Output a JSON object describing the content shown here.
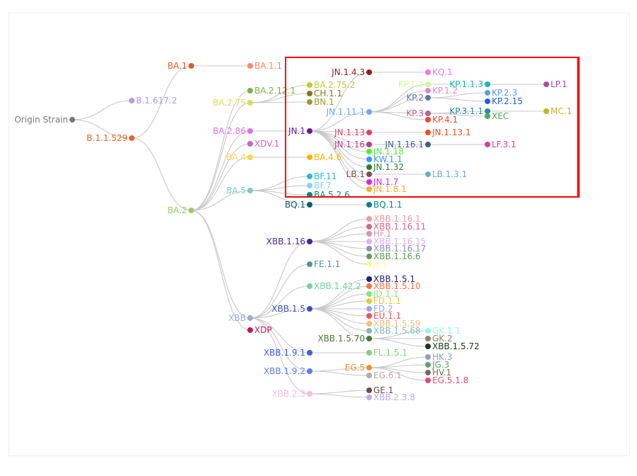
{
  "highlight_color": "#ff0000",
  "edge_color": "#c8c8c8",
  "nodes": [
    {
      "name": "Origin Strain",
      "parent": null,
      "color": "#777777"
    },
    {
      "name": "B.1.617.2",
      "parent": "Origin Strain",
      "color": "#b39ddb"
    },
    {
      "name": "B.1.1.529",
      "parent": "Origin Strain",
      "color": "#e8622c"
    },
    {
      "name": "BA.1",
      "parent": "B.1.1.529",
      "color": "#e05a2b"
    },
    {
      "name": "BA.1.1",
      "parent": "BA.1",
      "color": "#ff8a5c"
    },
    {
      "name": "BA.2",
      "parent": "B.1.1.529",
      "color": "#9ccc65"
    },
    {
      "name": "BA.2.12.1",
      "parent": "BA.2",
      "color": "#7cb342"
    },
    {
      "name": "BA.2.75",
      "parent": "BA.2",
      "color": "#d4e157"
    },
    {
      "name": "BA.2.86",
      "parent": "BA.2",
      "color": "#e070f0"
    },
    {
      "name": "XDV.1",
      "parent": "BA.2",
      "color": "#d063b8"
    },
    {
      "name": "BA.4",
      "parent": "BA.2",
      "color": "#ffd54f"
    },
    {
      "name": "BA.5",
      "parent": "BA.2",
      "color": "#80cbc4"
    },
    {
      "name": "XBB",
      "parent": "BA.2",
      "color": "#9fa8da"
    },
    {
      "name": "XDP",
      "parent": "BA.2",
      "color": "#c2185b"
    },
    {
      "name": "BA.2.75.2",
      "parent": "BA.2.75",
      "color": "#c0ca33"
    },
    {
      "name": "CH.1.1",
      "parent": "BA.2.75",
      "color": "#827717"
    },
    {
      "name": "BN.1",
      "parent": "BA.2.75",
      "color": "#9e9d24"
    },
    {
      "name": "JN.1",
      "parent": "BA.2.86",
      "color": "#6a1b9a"
    },
    {
      "name": "BA.4.6",
      "parent": "BA.4",
      "color": "#ffb300"
    },
    {
      "name": "BF.11",
      "parent": "BA.5",
      "color": "#29b6f6"
    },
    {
      "name": "BF.7",
      "parent": "BA.5",
      "color": "#81d4fa"
    },
    {
      "name": "BA.5.2.6",
      "parent": "BA.5",
      "color": "#00897b"
    },
    {
      "name": "BQ.1",
      "parent": "BA.5",
      "color": "#006064"
    },
    {
      "name": "JN.1.4.3",
      "parent": "JN.1",
      "color": "#9b1b1b"
    },
    {
      "name": "KQ.1",
      "parent": "JN.1.4.3",
      "color": "#e879e8"
    },
    {
      "name": "JN.1.11.1",
      "parent": "JN.1",
      "color": "#6fa8f0"
    },
    {
      "name": "KP.1.1",
      "parent": "JN.1.11.1",
      "color": "#ccff90"
    },
    {
      "name": "KP.1.2",
      "parent": "JN.1.11.1",
      "color": "#d68fc8"
    },
    {
      "name": "KP.2",
      "parent": "JN.1.11.1",
      "color": "#5c7aa0"
    },
    {
      "name": "KP.3",
      "parent": "JN.1.11.1",
      "color": "#b5668a"
    },
    {
      "name": "KP.4.1",
      "parent": "JN.1.11.1",
      "color": "#f44336"
    },
    {
      "name": "KP.1.1.3",
      "parent": "KP.1.1",
      "color": "#1ab5b5"
    },
    {
      "name": "KP.2.3",
      "parent": "KP.2",
      "color": "#6495ed"
    },
    {
      "name": "KP.2.15",
      "parent": "KP.2",
      "color": "#1e5cf0"
    },
    {
      "name": "KP.3.1.1",
      "parent": "KP.3",
      "color": "#2e8b99"
    },
    {
      "name": "XEC",
      "parent": "KP.3",
      "color": "#4caf50"
    },
    {
      "name": "LP.1",
      "parent": "KP.1.1.3",
      "color": "#a64ca6"
    },
    {
      "name": "MC.1",
      "parent": "KP.3.1.1",
      "color": "#bcb822"
    },
    {
      "name": "JN.1.13",
      "parent": "JN.1",
      "color": "#e83e6c"
    },
    {
      "name": "JN.1.13.1",
      "parent": "JN.1.13",
      "color": "#f4511e"
    },
    {
      "name": "JN.1.16",
      "parent": "JN.1",
      "color": "#b83e8c"
    },
    {
      "name": "JN.1.16.1",
      "parent": "JN.1.16",
      "color": "#3f5f8f"
    },
    {
      "name": "LF.3.1",
      "parent": "JN.1.16.1",
      "color": "#d8409c"
    },
    {
      "name": "JN.1.18",
      "parent": "JN.1",
      "color": "#55ee33"
    },
    {
      "name": "KW.1.1",
      "parent": "JN.1",
      "color": "#3399ff"
    },
    {
      "name": "JN.1.32",
      "parent": "JN.1",
      "color": "#2e7d32"
    },
    {
      "name": "LB.1",
      "parent": "JN.1",
      "color": "#795548"
    },
    {
      "name": "LB.1.3.1",
      "parent": "LB.1",
      "color": "#6ab0c0"
    },
    {
      "name": "JN.1.7",
      "parent": "JN.1",
      "color": "#dd22ee"
    },
    {
      "name": "JN.1.8.1",
      "parent": "JN.1",
      "color": "#ffaa33"
    },
    {
      "name": "BQ.1.1",
      "parent": "BQ.1",
      "color": "#00838f"
    },
    {
      "name": "XBB.1.16",
      "parent": "XBB",
      "color": "#4527a0"
    },
    {
      "name": "XBB.1.16.1",
      "parent": "XBB.1.16",
      "color": "#f49a9a"
    },
    {
      "name": "XBB.1.16.11",
      "parent": "XBB.1.16",
      "color": "#d06a8a"
    },
    {
      "name": "HF.1",
      "parent": "XBB.1.16",
      "color": "#d898b0"
    },
    {
      "name": "XBB.1.16.15",
      "parent": "XBB.1.16",
      "color": "#e0b0f8"
    },
    {
      "name": "XBB.1.16.17",
      "parent": "XBB.1.16",
      "color": "#9090b8"
    },
    {
      "name": "XBB.1.16.6",
      "parent": "XBB.1.16",
      "color": "#5ca050"
    },
    {
      "name": "JF.1",
      "parent": "XBB.1.16",
      "color": "#fff59d"
    },
    {
      "name": "FE.1.1",
      "parent": "XBB",
      "color": "#479a90"
    },
    {
      "name": "XBB.1.42.2",
      "parent": "XBB",
      "color": "#6fd6a0"
    },
    {
      "name": "XBB.1.5",
      "parent": "XBB",
      "color": "#3f51b5"
    },
    {
      "name": "XBB.1.5.1",
      "parent": "XBB.1.5",
      "color": "#1a237e"
    },
    {
      "name": "XBB.1.5.10",
      "parent": "XBB.1.5",
      "color": "#ff7043"
    },
    {
      "name": "JD.1.1",
      "parent": "XBB.1.5",
      "color": "#80e880"
    },
    {
      "name": "FD.1.1",
      "parent": "XBB.1.5",
      "color": "#e8c840"
    },
    {
      "name": "FD.2",
      "parent": "XBB.1.5",
      "color": "#8ea8ff"
    },
    {
      "name": "EU.1.1",
      "parent": "XBB.1.5",
      "color": "#ef5350"
    },
    {
      "name": "XBB.1.5.59",
      "parent": "XBB.1.5",
      "color": "#ffb980"
    },
    {
      "name": "XBB.1.5.68",
      "parent": "XBB.1.5",
      "color": "#80bdb5"
    },
    {
      "name": "XBB.1.5.70",
      "parent": "XBB.1.5",
      "color": "#4a7a3a"
    },
    {
      "name": "GK.1.1",
      "parent": "XBB.1.5.70",
      "color": "#8effe0"
    },
    {
      "name": "GK.2",
      "parent": "XBB.1.5.70",
      "color": "#9a8070"
    },
    {
      "name": "XBB.1.5.72",
      "parent": "XBB.1.5.70",
      "color": "#1b3a1b"
    },
    {
      "name": "XBB.1.9.1",
      "parent": "XBB",
      "color": "#3d5afe"
    },
    {
      "name": "FL.1.5.1",
      "parent": "XBB.1.9.1",
      "color": "#88d080"
    },
    {
      "name": "XBB.1.9.2",
      "parent": "XBB",
      "color": "#5c7cfa"
    },
    {
      "name": "EG.5",
      "parent": "XBB.1.9.2",
      "color": "#f0902a"
    },
    {
      "name": "EG.6.1",
      "parent": "XBB.1.9.2",
      "color": "#b8a8a8"
    },
    {
      "name": "HK.3",
      "parent": "EG.5",
      "color": "#8aa0c0"
    },
    {
      "name": "JG.3",
      "parent": "EG.5",
      "color": "#60a070"
    },
    {
      "name": "HV.1",
      "parent": "EG.5",
      "color": "#707060"
    },
    {
      "name": "EG.5.1.8",
      "parent": "EG.5",
      "color": "#e84a70"
    },
    {
      "name": "XBB.2.3",
      "parent": "XBB",
      "color": "#f8bbd9"
    },
    {
      "name": "GE.1",
      "parent": "XBB.2.3",
      "color": "#6d4c41"
    },
    {
      "name": "XBB.2.3.8",
      "parent": "XBB.2.3",
      "color": "#b8b0e8"
    }
  ]
}
